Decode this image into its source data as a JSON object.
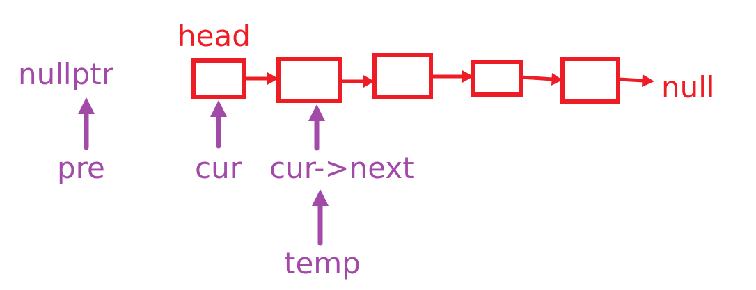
{
  "colors": {
    "list": "#ee1c25",
    "pointer": "#a24aa8"
  },
  "labels": {
    "head": "head",
    "null_end": "null",
    "nullptr": "nullptr",
    "pre": "pre",
    "cur": "cur",
    "cur_next": "cur->next",
    "temp": "temp"
  },
  "list": {
    "node_count": 5
  }
}
